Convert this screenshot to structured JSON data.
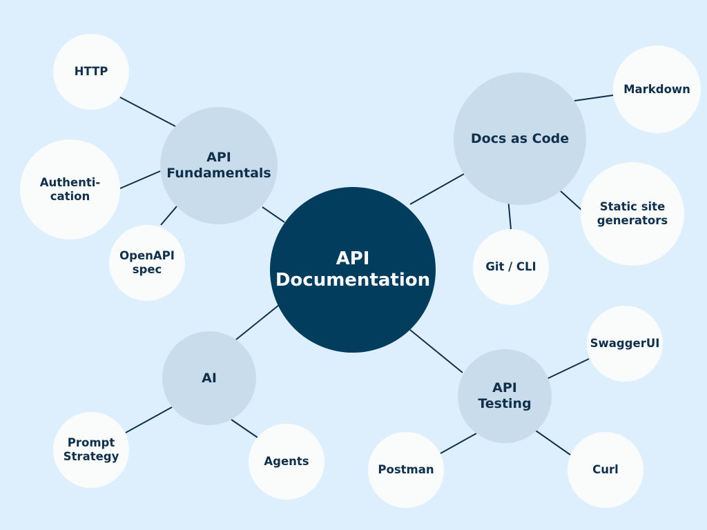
{
  "title": "API Documentation",
  "colors": {
    "background": "#ddeefd",
    "root_fill": "#033d5e",
    "branch_fill": "#c9dceb",
    "leaf_fill": "#fafcfc",
    "text": "#0f2f4a",
    "edge": "#0f2f4a"
  },
  "root": {
    "id": "root",
    "label": "API\nDocumentation"
  },
  "branches": [
    {
      "id": "fundamentals",
      "label": "API\nFundamentals",
      "children": [
        {
          "id": "http",
          "label": "HTTP"
        },
        {
          "id": "authentication",
          "label": "Authenti-\ncation"
        },
        {
          "id": "openapi",
          "label": "OpenAPI\nspec"
        }
      ]
    },
    {
      "id": "docs-as-code",
      "label": "Docs as Code",
      "children": [
        {
          "id": "markdown",
          "label": "Markdown"
        },
        {
          "id": "static-site",
          "label": "Static site\ngenerators"
        },
        {
          "id": "git-cli",
          "label": "Git / CLI"
        }
      ]
    },
    {
      "id": "ai",
      "label": "AI",
      "children": [
        {
          "id": "prompt",
          "label": "Prompt\nStrategy"
        },
        {
          "id": "agents",
          "label": "Agents"
        }
      ]
    },
    {
      "id": "testing",
      "label": "API\nTesting",
      "children": [
        {
          "id": "swagger",
          "label": "SwaggerUI"
        },
        {
          "id": "postman",
          "label": "Postman"
        },
        {
          "id": "curl",
          "label": "Curl"
        }
      ]
    }
  ]
}
